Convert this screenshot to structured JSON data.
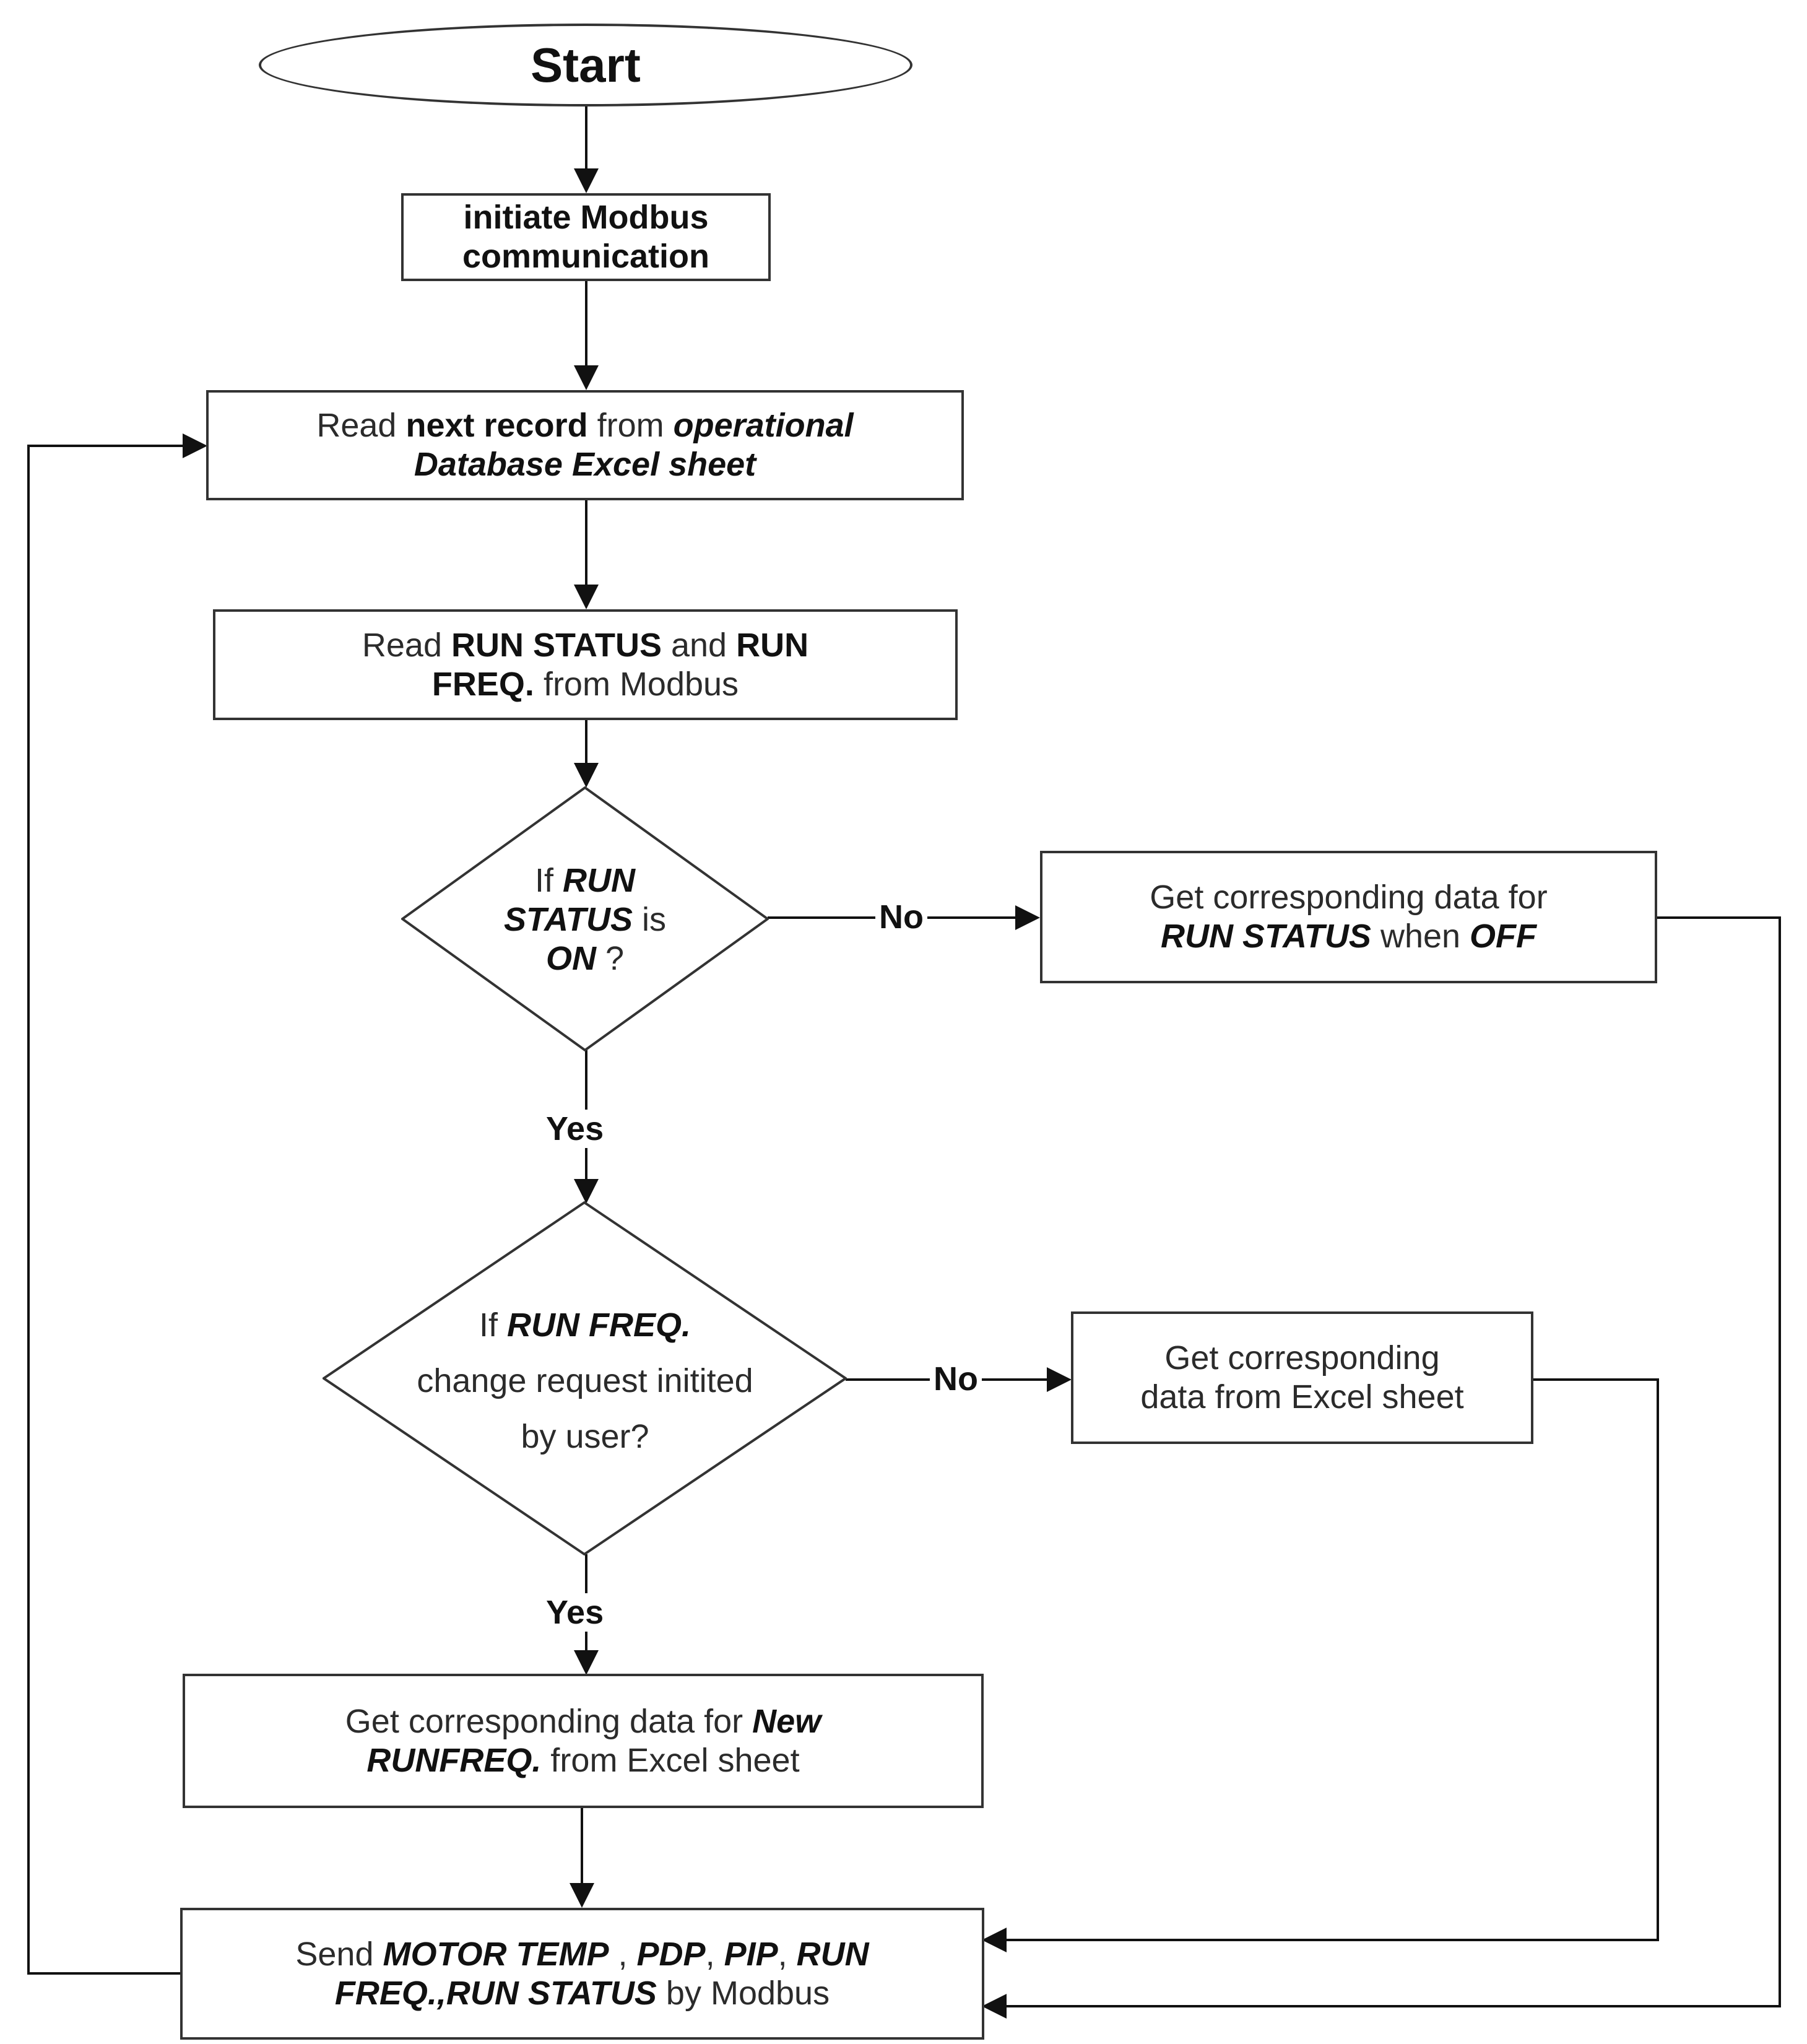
{
  "diagram": {
    "start": {
      "label": "Start"
    },
    "init_modbus": {
      "line1": "initiate Modbus",
      "line2": "communication"
    },
    "read_record": {
      "p1": "Read ",
      "p2": "next record",
      "p3": " from ",
      "p4": "operational",
      "p5": "Database Excel sheet"
    },
    "read_run_status": {
      "p1": "Read ",
      "p2": "RUN STATUS",
      "p3": " and ",
      "p4": "RUN",
      "p5": "FREQ.",
      "p6": " from Modbus"
    },
    "decision_run_status": {
      "p1": "If ",
      "p2": "RUN",
      "p3": "STATUS",
      "p4": "  is",
      "p5": "ON",
      "p6": " ?"
    },
    "off_data": {
      "p1": "Get corresponding data for",
      "p2": "RUN STATUS",
      "p3": " when ",
      "p4": "OFF"
    },
    "decision_freq": {
      "p1": "If ",
      "p2": "RUN FREQ.",
      "p3": "change request initited",
      "p4": "by user?"
    },
    "excel_data": {
      "line1": "Get corresponding",
      "line2": "data from Excel sheet"
    },
    "new_freq": {
      "p1": "Get corresponding data for ",
      "p2": "New",
      "p3": "RUNFREQ.",
      "p4": " from Excel sheet"
    },
    "send": {
      "p1": "Send ",
      "p2": "MOTOR TEMP",
      "p3": " , ",
      "p4": "PDP",
      "p5": ", ",
      "p6": "PIP",
      "p7": ", ",
      "p8": "RUN",
      "p9": "FREQ.,RUN STATUS",
      "p10": " by Modbus"
    },
    "edge_labels": {
      "no1": "No",
      "yes1": "Yes",
      "no2": "No",
      "yes2": "Yes"
    }
  }
}
